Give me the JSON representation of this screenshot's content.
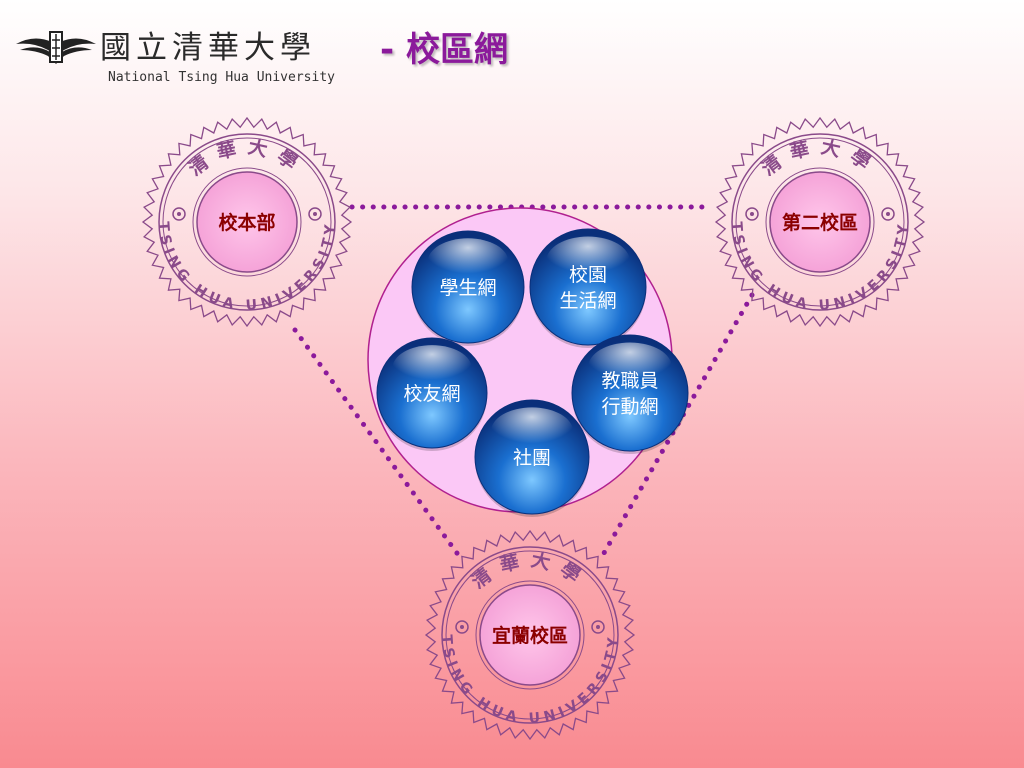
{
  "header": {
    "university_name_cn": "國立清華大學",
    "university_name_en": "National Tsing Hua University",
    "title": "- 校區網"
  },
  "seal": {
    "top_text": "清華大學",
    "bottom_text": "TSING HUA UNIVERSITY"
  },
  "campuses": [
    {
      "name": "校本部"
    },
    {
      "name": "第二校區"
    },
    {
      "name": "宜蘭校區"
    }
  ],
  "networks": [
    {
      "lines": [
        "學生網"
      ]
    },
    {
      "lines": [
        "校園",
        "生活網"
      ]
    },
    {
      "lines": [
        "校友網"
      ]
    },
    {
      "lines": [
        "教職員",
        "行動網"
      ]
    },
    {
      "lines": [
        "社團"
      ]
    }
  ],
  "colors": {
    "title": "#8b1a9b",
    "seal": "#8a4a8a",
    "seal_label": "#8b0000",
    "connector": "#8b1a9b",
    "hub_fill": "#fbc8f6",
    "ball": "#1a6fd0"
  }
}
